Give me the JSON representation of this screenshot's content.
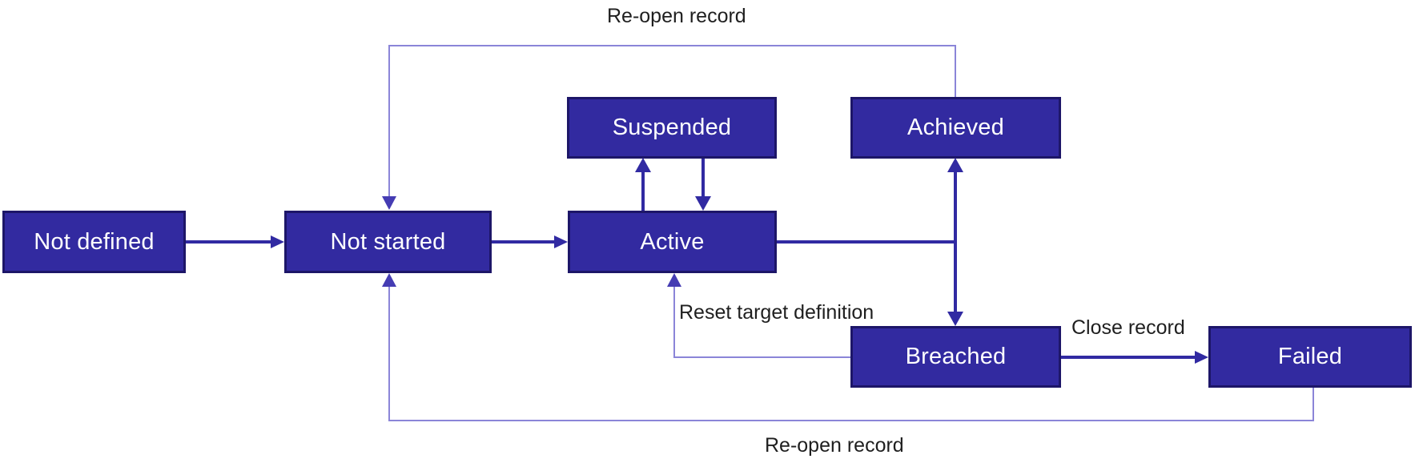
{
  "diagram": {
    "type": "state-flowchart",
    "colors": {
      "node_fill": "#322aa0",
      "node_border": "#1d1668",
      "node_text": "#ffffff",
      "arrow_dark": "#312aa2",
      "arrow_light": "#8b85d8",
      "label_text": "#1f1f1f",
      "background": "#ffffff"
    },
    "nodes": [
      {
        "id": "not_defined",
        "label": "Not defined"
      },
      {
        "id": "not_started",
        "label": "Not started"
      },
      {
        "id": "suspended",
        "label": "Suspended"
      },
      {
        "id": "active",
        "label": "Active"
      },
      {
        "id": "achieved",
        "label": "Achieved"
      },
      {
        "id": "breached",
        "label": "Breached"
      },
      {
        "id": "failed",
        "label": "Failed"
      }
    ],
    "edges": [
      {
        "from": "not_defined",
        "to": "not_started",
        "label": "",
        "style": "dark"
      },
      {
        "from": "not_started",
        "to": "active",
        "label": "",
        "style": "dark"
      },
      {
        "from": "active",
        "to": "suspended",
        "label": "",
        "style": "dark"
      },
      {
        "from": "suspended",
        "to": "active",
        "label": "",
        "style": "dark"
      },
      {
        "from": "active",
        "to": "achieved",
        "label": "",
        "style": "dark"
      },
      {
        "from": "active",
        "to": "breached",
        "label": "",
        "style": "dark"
      },
      {
        "from": "achieved",
        "to": "not_started",
        "label": "Re-open record",
        "style": "light"
      },
      {
        "from": "breached",
        "to": "active",
        "label": "Reset target definition",
        "style": "light"
      },
      {
        "from": "breached",
        "to": "failed",
        "label": "Close record",
        "style": "dark"
      },
      {
        "from": "failed",
        "to": "not_started",
        "label": "Re-open record",
        "style": "light"
      }
    ]
  }
}
